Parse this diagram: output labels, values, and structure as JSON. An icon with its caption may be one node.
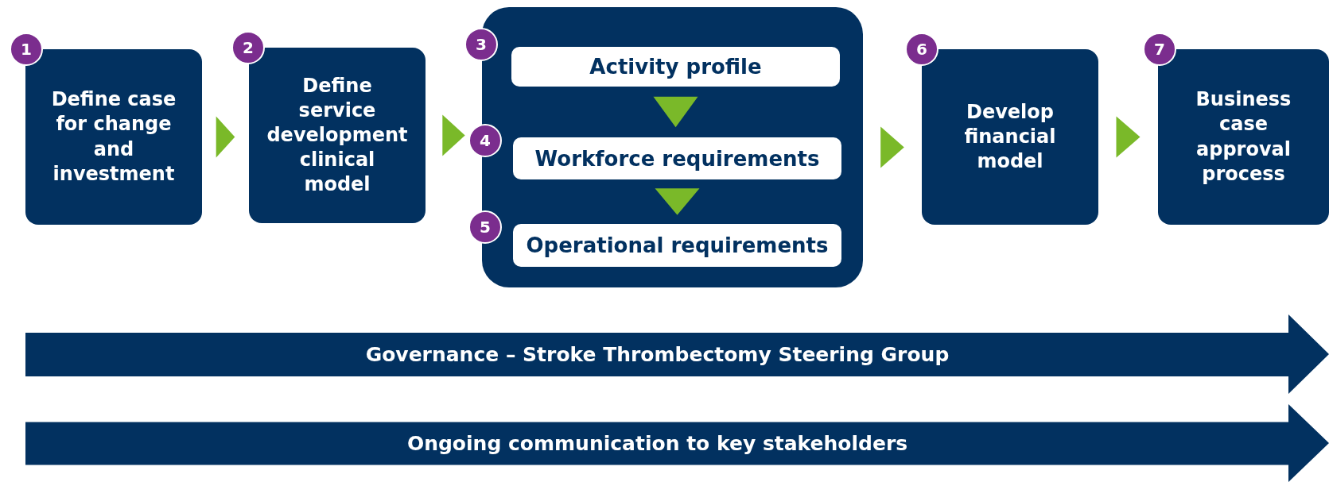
{
  "diagram": {
    "nodes": [
      {
        "text": [
          "Define case for change and investment"
        ],
        "beside": [
          "1"
        ]
      },
      {
        "text": [
          "Define service development clinical model"
        ],
        "beside": [
          "2"
        ]
      },
      {
        "text": [],
        "shape": "box"
      },
      {
        "text": [
          "Activity profile"
        ],
        "in": 2,
        "beside": [
          "3"
        ]
      },
      {
        "text": [
          "Workforce requirements"
        ],
        "in": 2,
        "beside": [
          "4"
        ]
      },
      {
        "text": [
          "Operational requirements"
        ],
        "in": 2,
        "beside": [
          "5"
        ]
      },
      {
        "text": [
          "Develop financial model"
        ],
        "beside": [
          "6"
        ]
      },
      {
        "text": [
          "Business case approval process"
        ],
        "beside": [
          "7"
        ]
      },
      {
        "text": [
          "Governance – Stroke Thrombectomy Steering Group"
        ]
      },
      {
        "text": [
          "Ongoing communication to key stakeholders"
        ]
      }
    ],
    "edges": [
      {
        "from": 0,
        "to": 1,
        "arrow": "to"
      },
      {
        "from": 1,
        "to": 2,
        "arrow": "to"
      },
      {
        "from": 2,
        "to": 6,
        "arrow": "to"
      },
      {
        "from": 6,
        "to": 7,
        "arrow": "to"
      },
      {
        "from": 3,
        "to": 4,
        "arrow": "to"
      },
      {
        "from": 4,
        "to": 5,
        "arrow": "to"
      }
    ]
  }
}
